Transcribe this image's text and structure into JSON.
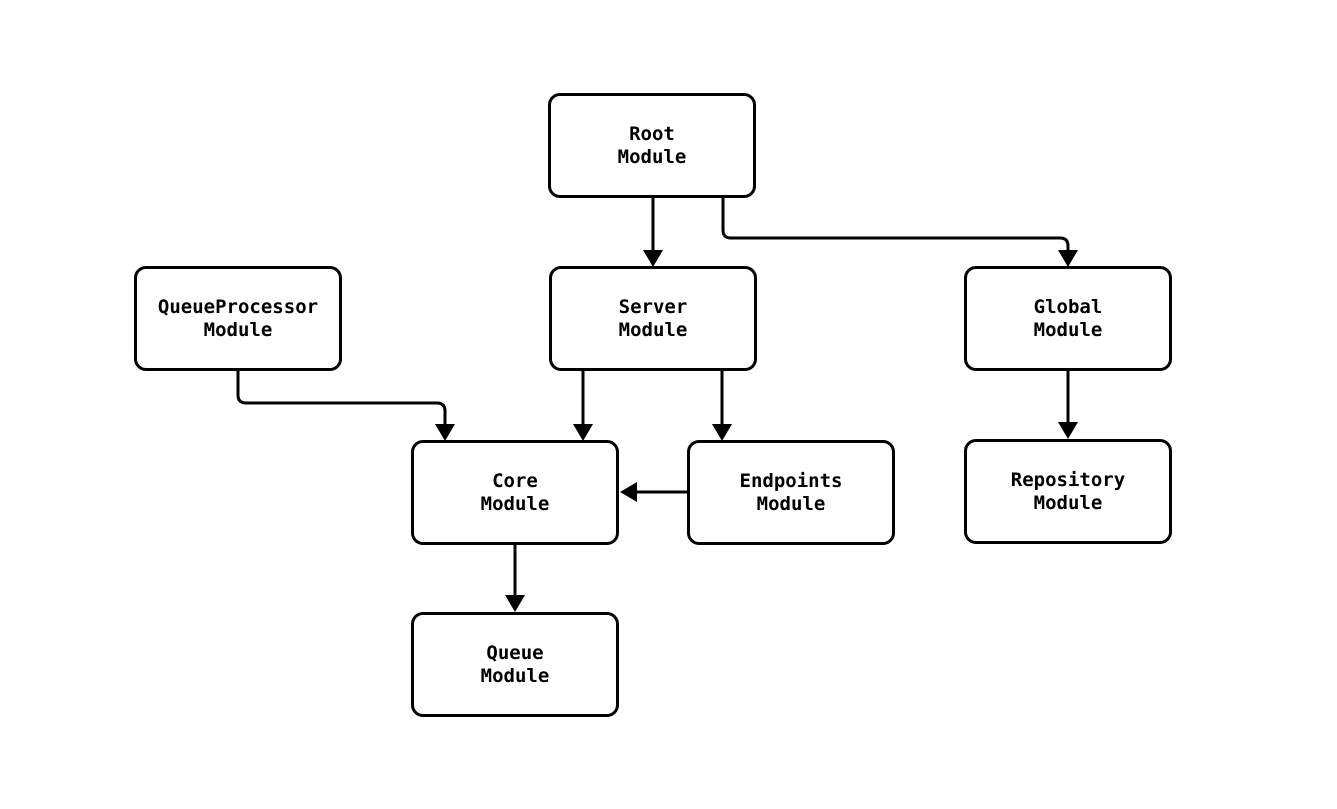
{
  "diagram": {
    "type": "module-dependency-graph",
    "background_color": "#ffffff",
    "node_fill_color": "#ffffff",
    "node_border_color": "#000000",
    "edge_color": "#000000",
    "text_color": "#000000",
    "nodes": [
      {
        "id": "root",
        "label": "Root\nModule"
      },
      {
        "id": "server",
        "label": "Server\nModule"
      },
      {
        "id": "global",
        "label": "Global\nModule"
      },
      {
        "id": "queueprocessor",
        "label": "QueueProcessor\nModule"
      },
      {
        "id": "core",
        "label": "Core\nModule"
      },
      {
        "id": "endpoints",
        "label": "Endpoints\nModule"
      },
      {
        "id": "repository",
        "label": "Repository\nModule"
      },
      {
        "id": "queue",
        "label": "Queue\nModule"
      }
    ],
    "edges": [
      {
        "from": "Root Module",
        "to": "Server Module"
      },
      {
        "from": "Root Module",
        "to": "Global Module"
      },
      {
        "from": "QueueProcessor Module",
        "to": "Core Module"
      },
      {
        "from": "Server Module",
        "to": "Core Module"
      },
      {
        "from": "Server Module",
        "to": "Endpoints Module"
      },
      {
        "from": "Endpoints Module",
        "to": "Core Module"
      },
      {
        "from": "Global Module",
        "to": "Repository Module"
      },
      {
        "from": "Core Module",
        "to": "Queue Module"
      }
    ]
  }
}
